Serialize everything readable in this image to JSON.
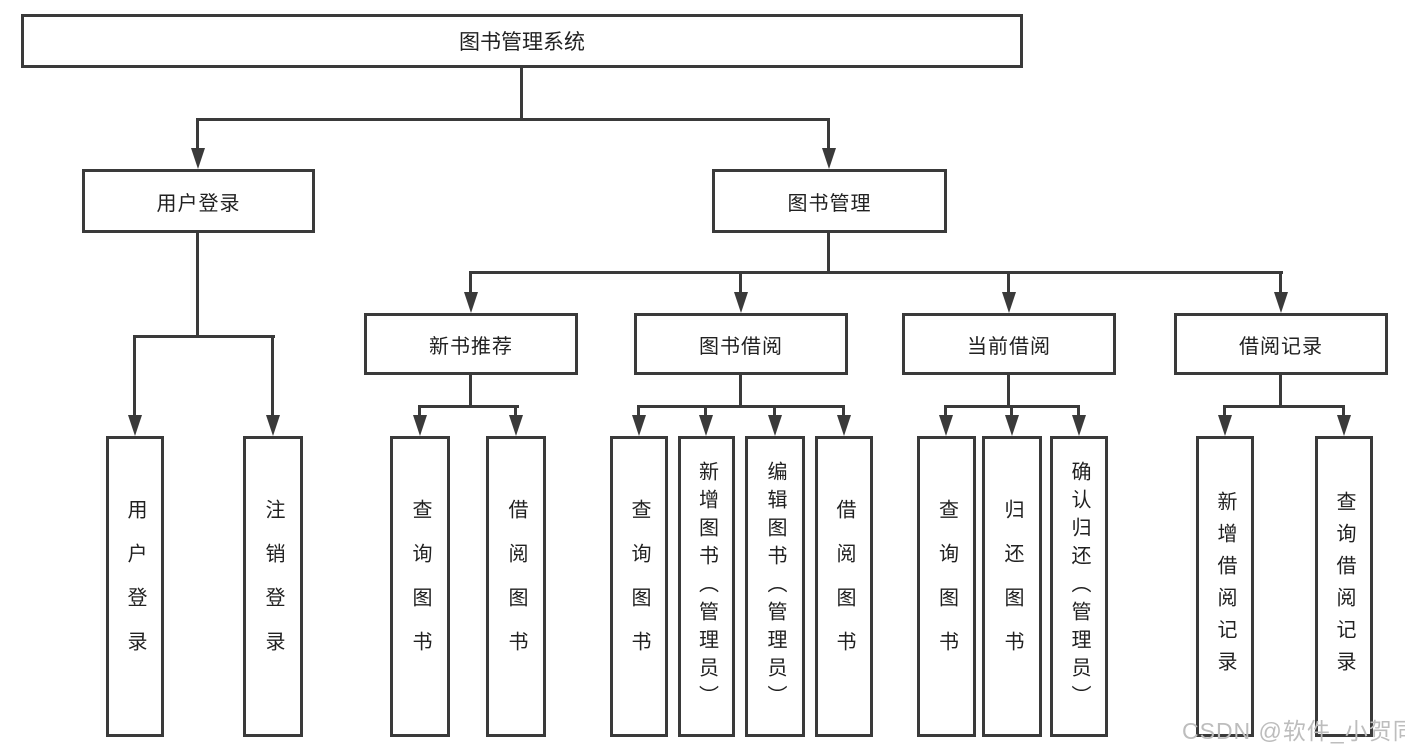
{
  "diagram_title": "图书管理系统",
  "nodes": {
    "root": "图书管理系统",
    "login": "用户登录",
    "book_mgmt": "图书管理",
    "new_book": "新书推荐",
    "book_borrow": "图书借阅",
    "current_borrow": "当前借阅",
    "borrow_records": "借阅记录",
    "user_login": "用户登录",
    "logout": "注销登录",
    "query_book_1": "查询图书",
    "borrow_book_1": "借阅图书",
    "query_book_2": "查询图书",
    "add_book_admin": "新增图书（管理员）",
    "edit_book_admin": "编辑图书（管理员）",
    "borrow_book_2": "借阅图书",
    "query_book_3": "查询图书",
    "return_book": "归还图书",
    "confirm_return_admin": "确认归还（管理员）",
    "add_borrow_record": "新增借阅记录",
    "query_borrow_record": "查询借阅记录"
  },
  "watermark": "CSDN @软件_小贺同学",
  "colors": {
    "line": "#3a3a3a",
    "text": "#212121",
    "watermark": "#bdbdbd",
    "background": "#ffffff"
  }
}
